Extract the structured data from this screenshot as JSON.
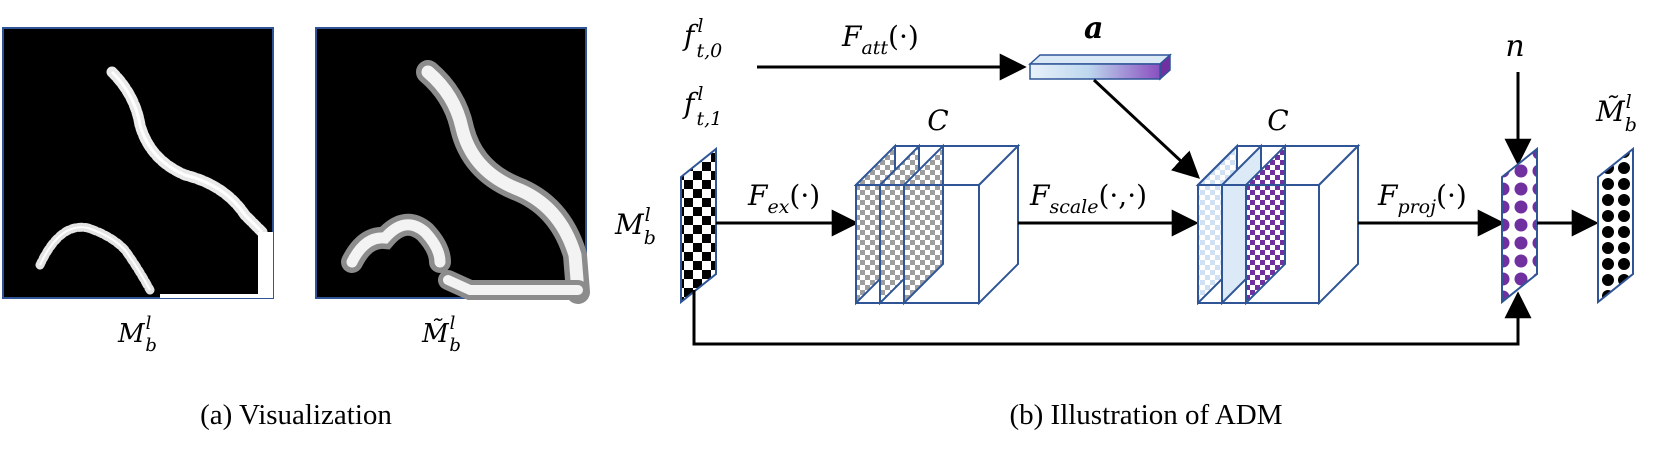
{
  "panel_a": {
    "image1_label": {
      "base": "M",
      "sup": "l",
      "sub": "b"
    },
    "image2_label": {
      "base": "M̃",
      "sup": "l",
      "sub": "b"
    },
    "caption": "(a) Visualization"
  },
  "panel_b": {
    "f_t0": {
      "base": "f",
      "sup": "l",
      "sub": "t,0"
    },
    "f_t1": {
      "base": "f",
      "sup": "l",
      "sub": "t,1"
    },
    "F_att": {
      "base": "F",
      "sub": "att",
      "arg": "(·)"
    },
    "a_label": "a",
    "c_label_1": "C",
    "c_label_2": "C",
    "n_label": "n",
    "input_label": {
      "base": "M",
      "sup": "l",
      "sub": "b"
    },
    "output_label": {
      "base": "M̃",
      "sup": "l",
      "sub": "b"
    },
    "F_ex": {
      "base": "F",
      "sub": "ex",
      "arg": "(·)"
    },
    "F_scale": {
      "base": "F",
      "sub": "scale",
      "arg": "(·,·)"
    },
    "F_proj": {
      "base": "F",
      "sub": "proj",
      "arg": "(·)"
    },
    "caption": "(b) Illustration of ADM"
  },
  "colors": {
    "frame_blue": "#2f5597",
    "purple": "#7030a0",
    "light_blue": "#bdd7ee",
    "gray_check": "#9e9e9e",
    "black": "#000000"
  }
}
